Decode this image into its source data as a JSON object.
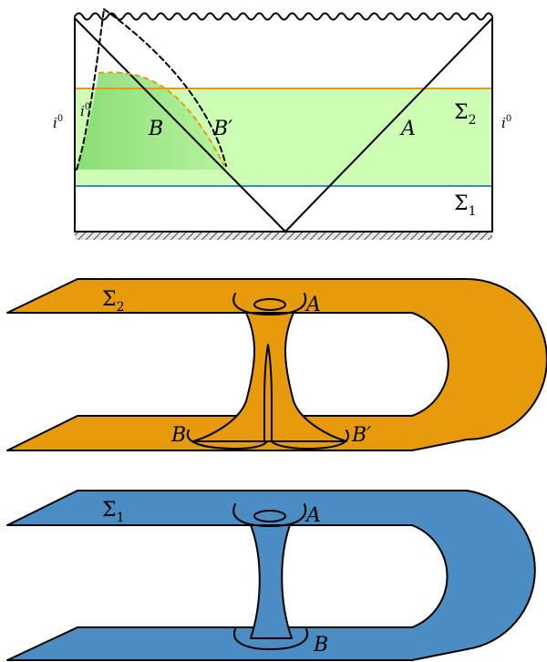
{
  "penrose": {
    "infinity_left": "i",
    "infinity_inner": "i",
    "infinity_right": "i",
    "infinity_sup": "0",
    "label_B": "B",
    "label_B_prime": "B′",
    "label_A": "A",
    "sigma2": "Σ",
    "sigma2_sub": "2",
    "sigma1": "Σ",
    "sigma1_sub": "1"
  },
  "orange_sheet": {
    "sigma": "Σ",
    "sigma_sub": "2",
    "label_A": "A",
    "label_B": "B",
    "label_B_prime": "B′"
  },
  "blue_sheet": {
    "sigma": "Σ",
    "sigma_sub": "1",
    "label_A": "A",
    "label_B": "B"
  },
  "colors": {
    "orange_sheet": "#E69A0C",
    "blue_sheet": "#4B8DC2",
    "green_slab": "#CCFFB3",
    "green_region": "#9CE68A",
    "sigma2_line": "#E69A0C",
    "sigma1_line": "#3A88C4"
  }
}
